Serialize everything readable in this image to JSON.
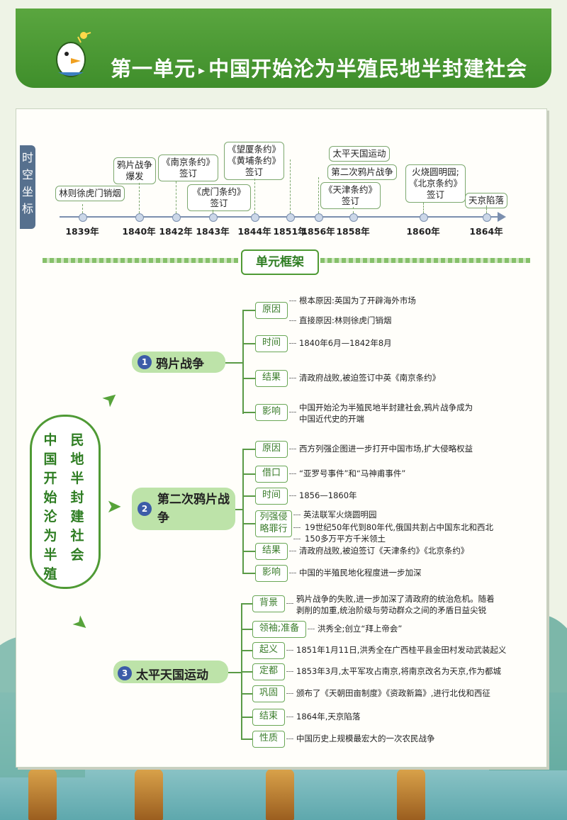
{
  "header": {
    "title_part1": "第一单元",
    "arrow_icon": "triangle-right",
    "title_part2": "中国开始沦为半殖民地半封建社会"
  },
  "timeline": {
    "tag": "时空坐标",
    "years": [
      "1839年",
      "1840年",
      "1842年",
      "1843年",
      "1844年",
      "1851年",
      "1856年",
      "1858年",
      "1860年",
      "1864年"
    ],
    "events": [
      "林则徐虎门销烟",
      "鸦片战争\n爆发",
      "《南京条约》\n签订",
      "《虎门条约》\n签订",
      "《望厦条约》\n《黄埔条约》\n签订",
      "太平天国运动",
      "第二次鸦片战争",
      "《天津条约》\n签订",
      "火烧圆明园;\n《北京条约》\n签订",
      "天京陷落"
    ]
  },
  "framework": {
    "label": "单元框架",
    "center": [
      "中国开始沦为半殖",
      "民地半封建社会"
    ],
    "sections": [
      {
        "num": "1",
        "title": "鸦片战争",
        "items": [
          {
            "cat": "原因",
            "lines": [
              "根本原因:英国为了开辟海外市场",
              "直接原因:林则徐虎门销烟"
            ]
          },
          {
            "cat": "时间",
            "lines": [
              "1840年6月—1842年8月"
            ]
          },
          {
            "cat": "结果",
            "lines": [
              "清政府战败,被迫签订中英《南京条约》"
            ]
          },
          {
            "cat": "影响",
            "lines": [
              "中国开始沦为半殖民地半封建社会,鸦片战争成为",
              "中国近代史的开端"
            ]
          }
        ]
      },
      {
        "num": "2",
        "title": "第二次鸦片战争",
        "items": [
          {
            "cat": "原因",
            "lines": [
              "西方列强企图进一步打开中国市场,扩大侵略权益"
            ]
          },
          {
            "cat": "借口",
            "lines": [
              "“亚罗号事件”和“马神甫事件”"
            ]
          },
          {
            "cat": "时间",
            "lines": [
              "1856—1860年"
            ]
          },
          {
            "cat": "列强侵略罪行",
            "lines": [
              "英法联军火烧圆明园",
              "19世纪50年代到80年代,俄国共割占中国东北和西北",
              "150多万平方千米领土"
            ]
          },
          {
            "cat": "结果",
            "lines": [
              "清政府战败,被迫签订《天津条约》《北京条约》"
            ]
          },
          {
            "cat": "影响",
            "lines": [
              "中国的半殖民地化程度进一步加深"
            ]
          }
        ]
      },
      {
        "num": "3",
        "title": "太平天国运动",
        "items": [
          {
            "cat": "背景",
            "lines": [
              "鸦片战争的失败,进一步加深了清政府的统治危机。随着",
              "剥削的加重,统治阶级与劳动群众之间的矛盾日益尖锐"
            ]
          },
          {
            "cat": "领袖;准备",
            "lines": [
              "洪秀全;创立“拜上帝会”"
            ]
          },
          {
            "cat": "起义",
            "lines": [
              "1851年1月11日,洪秀全在广西桂平县金田村发动武装起义"
            ]
          },
          {
            "cat": "定都",
            "lines": [
              "1853年3月,太平军攻占南京,将南京改名为天京,作为都城"
            ]
          },
          {
            "cat": "巩固",
            "lines": [
              "颁布了《天朝田亩制度》《资政新篇》,进行北伐和西征"
            ]
          },
          {
            "cat": "结束",
            "lines": [
              "1864年,天京陷落"
            ]
          },
          {
            "cat": "性质",
            "lines": [
              "中国历史上规模最宏大的一次农民战争"
            ]
          }
        ]
      }
    ]
  }
}
